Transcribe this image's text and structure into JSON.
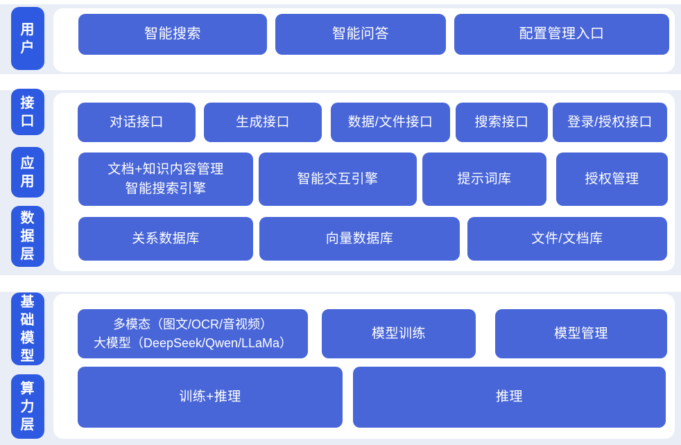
{
  "colors": {
    "layer_pill_blue": "#2e59e1",
    "box_blue": "#4966d8",
    "band_background": "#e9eef6",
    "panel_background": "#ffffff",
    "text_on_blue": "#ffffff"
  },
  "bands": [
    {
      "name": "user-layer",
      "labels": [
        {
          "text": "用户"
        }
      ],
      "rows": [
        {
          "boxes": [
            {
              "text": "智能搜索"
            },
            {
              "text": "智能问答"
            },
            {
              "text": "配置管理入口"
            }
          ]
        }
      ]
    },
    {
      "name": "interface-application-data-layer",
      "labels": [
        {
          "text": "接口"
        },
        {
          "text": "应用"
        },
        {
          "text": "数据层"
        }
      ],
      "rows": [
        {
          "boxes": [
            {
              "text": "对话接口"
            },
            {
              "text": "生成接口"
            },
            {
              "text": "数据/文件接口"
            },
            {
              "text": "搜索接口"
            },
            {
              "text": "登录/授权接口"
            }
          ]
        },
        {
          "boxes": [
            {
              "text": "文档+知识内容管理\n智能搜索引擎"
            },
            {
              "text": "智能交互引擎"
            },
            {
              "text": "提示词库"
            },
            {
              "text": "授权管理"
            }
          ]
        },
        {
          "boxes": [
            {
              "text": "关系数据库"
            },
            {
              "text": "向量数据库"
            },
            {
              "text": "文件/文档库"
            }
          ]
        }
      ]
    },
    {
      "name": "foundation-model-compute-layer",
      "labels": [
        {
          "text": "基础模型"
        },
        {
          "text": "算力层"
        }
      ],
      "rows": [
        {
          "boxes": [
            {
              "text": "多模态（图文/OCR/音视频）\n大模型（DeepSeek/Qwen/LLaMa）"
            },
            {
              "text": "模型训练"
            },
            {
              "text": "模型管理"
            }
          ]
        },
        {
          "boxes": [
            {
              "text": "训练+推理"
            },
            {
              "text": "推理"
            }
          ]
        }
      ]
    }
  ]
}
